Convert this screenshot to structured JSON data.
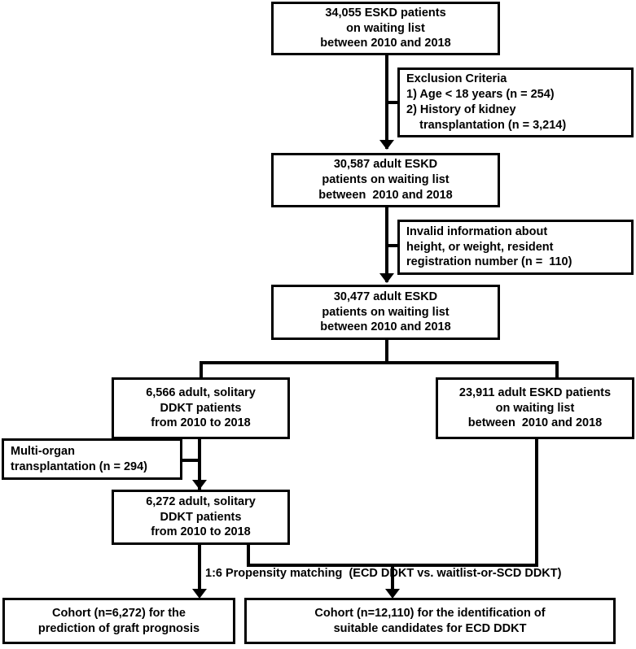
{
  "diagram": {
    "type": "study-flow-diagram",
    "title": "Patient selection flowchart",
    "colors": {
      "stroke": "#000000",
      "background": "#ffffff",
      "text": "#000000"
    },
    "boxes": {
      "total_cohort": {
        "lines": [
          "34,055 ESKD patients",
          "on waiting list",
          "between 2010 and 2018"
        ]
      },
      "exclusion_criteria": {
        "lines": [
          "Exclusion Criteria",
          "1) Age < 18 years (n = 254)",
          "2) History of kidney",
          "    transplantation (n = 3,214)"
        ]
      },
      "adult_cohort": {
        "lines": [
          "30,587 adult ESKD",
          "patients on waiting list",
          "between  2010 and 2018"
        ]
      },
      "invalid_info": {
        "lines": [
          "Invalid information about",
          "height, or weight, resident",
          "registration number (n =  110)"
        ]
      },
      "valid_cohort": {
        "lines": [
          "30,477 adult ESKD",
          "patients on waiting list",
          "between 2010 and 2018"
        ]
      },
      "ddkt_cohort": {
        "lines": [
          "6,566 adult, solitary",
          "DDKT patients",
          "from 2010 to 2018"
        ]
      },
      "waitlist_cohort": {
        "lines": [
          "23,911 adult ESKD patients",
          "on waiting list",
          "between  2010 and 2018"
        ]
      },
      "multi_organ": {
        "lines": [
          "Multi-organ",
          "transplantation (n = 294)"
        ]
      },
      "solitary_ddkt": {
        "lines": [
          "6,272 adult, solitary",
          "DDKT patients",
          "from 2010 to 2018"
        ]
      },
      "cohort_prognosis": {
        "lines": [
          "Cohort (n=6,272) for the",
          "prediction of graft prognosis"
        ]
      },
      "cohort_identification": {
        "lines": [
          "Cohort (n=12,110) for the identification of",
          "suitable candidates for ECD DDKT"
        ]
      }
    },
    "labels": {
      "propensity_matching": "1:6 Propensity matching  (ECD DDKT vs. waitlist-or-SCD DDKT)"
    }
  }
}
